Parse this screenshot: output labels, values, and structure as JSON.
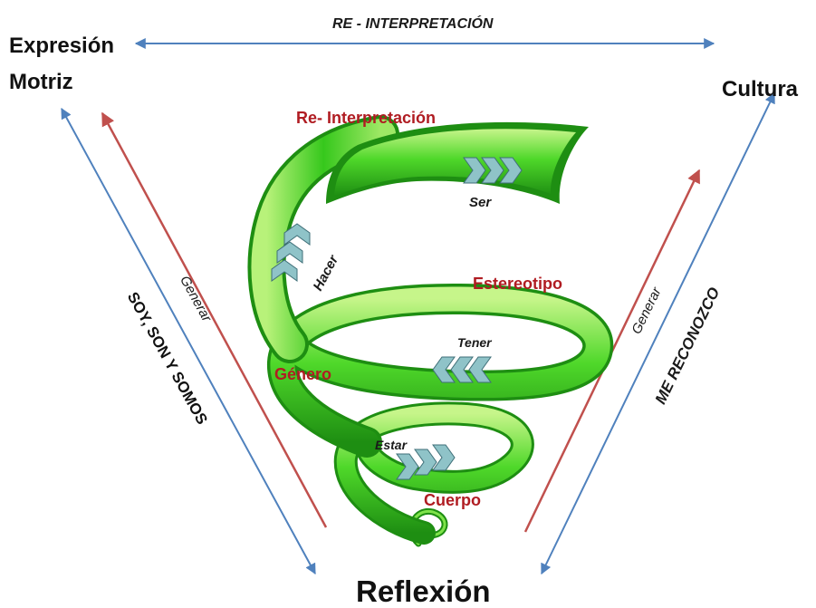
{
  "nodes": {
    "top_left_line1": "Expresión",
    "top_left_line2": "Motriz",
    "top_right": "Cultura",
    "bottom": "Reflexión"
  },
  "edges": {
    "top": "RE - INTERPRETACIÓN",
    "left_outer": "SOY, SON Y SOMOS",
    "left_inner": "Generar",
    "right_inner": "Generar",
    "right_outer": "ME RECONOZCO"
  },
  "spiral": {
    "labels": {
      "reinterpretacion": "Re- Interpretación",
      "estereotipo": "Estereotipo",
      "genero": "Género",
      "cuerpo": "Cuerpo"
    },
    "steps": {
      "ser": "Ser",
      "hacer": "Hacer",
      "tener": "Tener",
      "estar": "Estar"
    }
  },
  "colors": {
    "blue_arrow": "#4f81bd",
    "red_arrow": "#c0504d",
    "ribbon_light": "#b8f27a",
    "ribbon_mid": "#3fcf1e",
    "ribbon_dark": "#1f8f10",
    "chevron": "#8fc3c8",
    "red_text": "#b01c22"
  }
}
